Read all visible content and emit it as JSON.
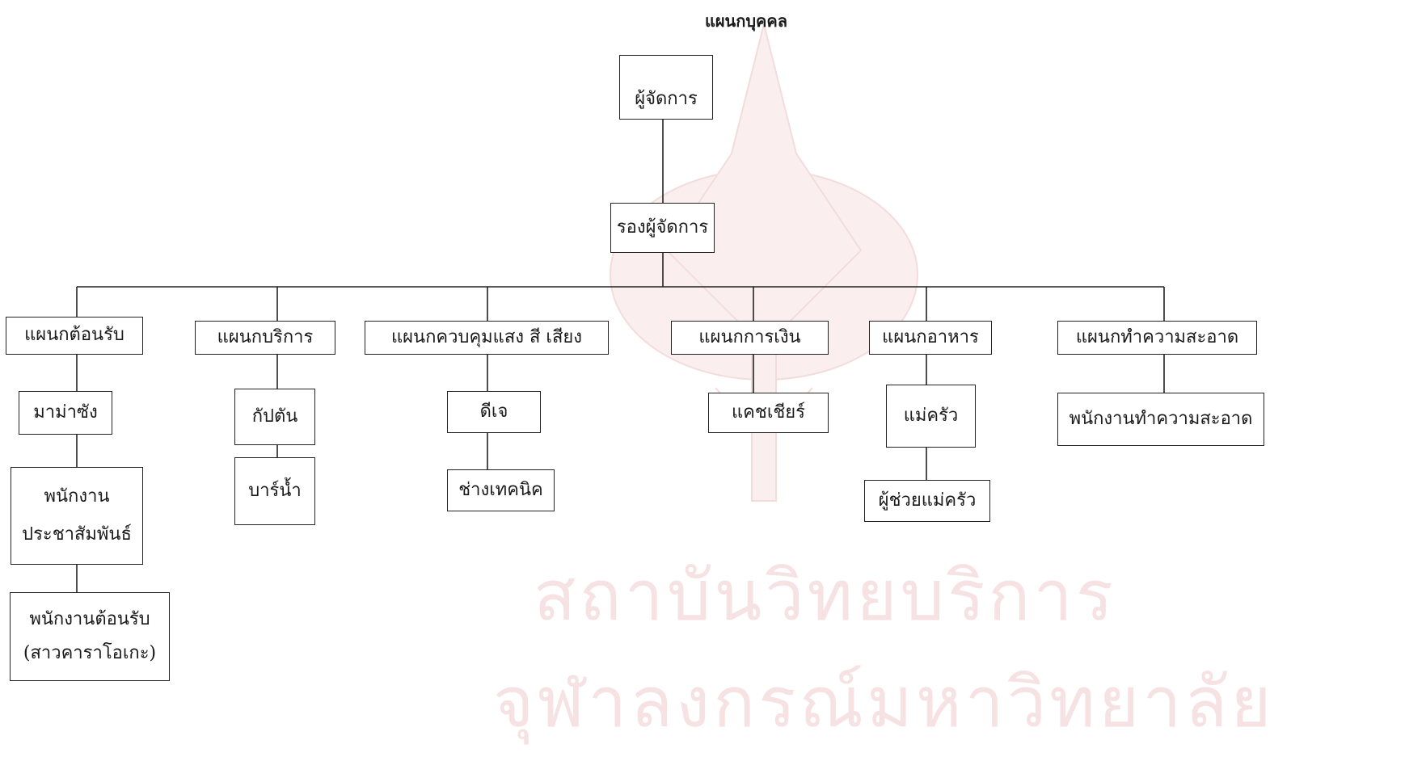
{
  "title": "แผนกบุคคล",
  "nodes": {
    "manager": "ผู้จัดการ",
    "deputy": "รองผู้จัดการ",
    "reception_dept": "แผนกต้อนรับ",
    "service_dept": "แผนกบริการ",
    "light_sound_dept": "แผนกควบคุมแสง สี เสียง",
    "finance_dept": "แผนกการเงิน",
    "food_dept": "แผนกอาหาร",
    "cleaning_dept": "แผนกทำความสะอาด",
    "mamasan": "มาม่าซัง",
    "pr_staff_line1": "พนักงาน",
    "pr_staff_line2": "ประชาสัมพันธ์",
    "reception_staff_line1": "พนักงานต้อนรับ",
    "reception_staff_line2": "(สาวคาราโอเกะ)",
    "captain": "กัปตัน",
    "water_bar": "บาร์น้ำ",
    "dj": "ดีเจ",
    "technician": "ช่างเทคนิค",
    "cashier": "แคชเชียร์",
    "cook": "แม่ครัว",
    "cook_assistant": "ผู้ช่วยแม่ครัว",
    "cleaning_staff": "พนักงานทำความสะอาด"
  },
  "watermark": {
    "line1": "สถาบันวิทยบริการ",
    "line2": "จุฬาลงกรณ์มหาวิทยาลัย"
  }
}
